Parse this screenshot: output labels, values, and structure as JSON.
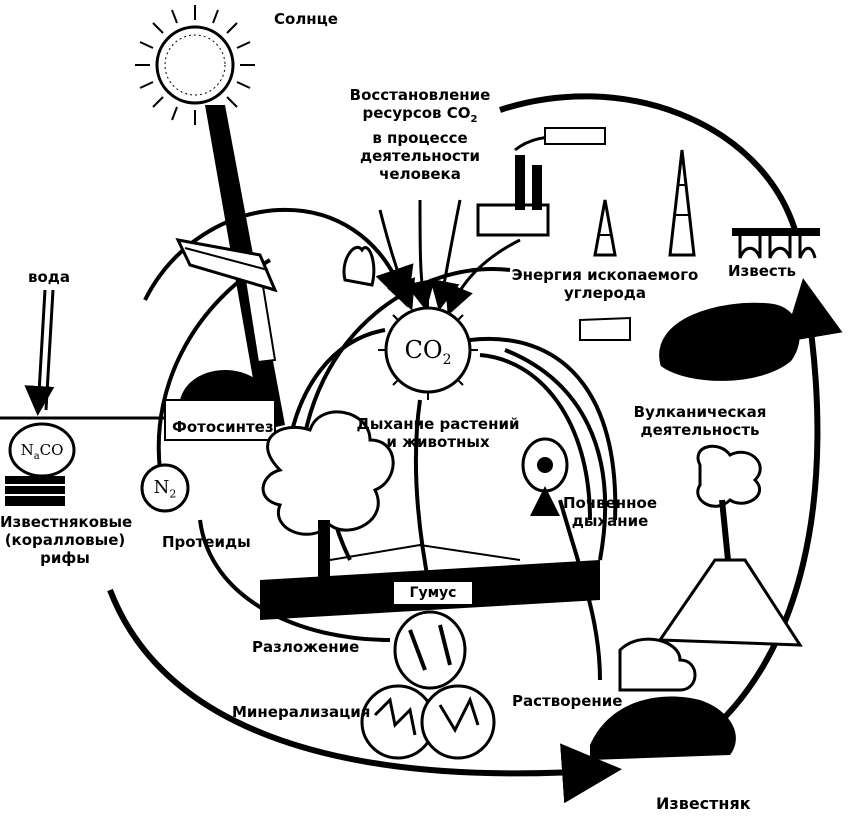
{
  "labels": {
    "sun": "Солнце",
    "restoration_line1": "Восстановление",
    "restoration_line2": "ресурсов CO",
    "restoration_sub": "2",
    "restoration_line3": "в процессе",
    "restoration_line4": "деятельности",
    "restoration_line5": "человека",
    "water": "вода",
    "fossil_line1": "Энергия ископаемого",
    "fossil_line2": "углерода",
    "lime": "Известь",
    "co2_main": "CO",
    "co2_sub": "2",
    "photosynthesis": "Фотосинтез",
    "respiration_line1": "Дыхание растений",
    "respiration_line2": "и животных",
    "volcanic_line1": "Вулканическая",
    "volcanic_line2": "деятельность",
    "n2_main": "N",
    "n2_sub": "2",
    "na_formula_a": "N",
    "na_formula_sub": "a",
    "na_formula_b": "CO",
    "limestone_reefs_line1": "Известняковые",
    "limestone_reefs_line2": "(коралловые)",
    "limestone_reefs_line3": "рифы",
    "proteins": "Протеиды",
    "soil_line1": "Почвенное",
    "soil_line2": "дыхание",
    "humus": "Гумус",
    "decomposition": "Разложение",
    "mineralization": "Минерализация",
    "dissolution": "Растворение",
    "limestone": "Известняк"
  }
}
